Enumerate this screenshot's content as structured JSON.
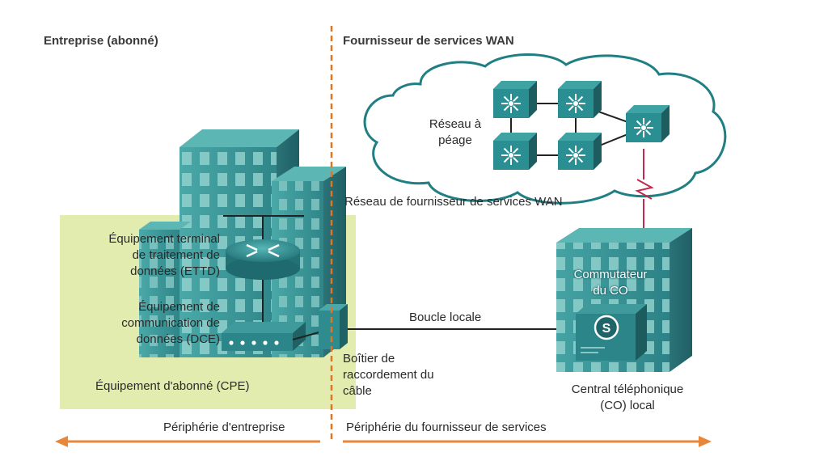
{
  "sections": {
    "left_header": "Entreprise (abonné)",
    "right_header": "Fournisseur de services WAN"
  },
  "labels": {
    "toll_network": [
      "Réseau à",
      "péage"
    ],
    "wan_provider_network": "Réseau de fournisseur de services WAN",
    "dte": [
      "Équipement terminal",
      "de traitement de",
      "données (ETTD)"
    ],
    "dce": [
      "Équipement de",
      "communication de",
      "données (DCE)"
    ],
    "cpe": "Équipement d'abonné (CPE)",
    "local_loop": "Boucle locale",
    "demarc": [
      "Boîtier de",
      "raccordement du",
      "câble"
    ],
    "co_switch": [
      "Commutateur",
      "du CO"
    ],
    "co_local": [
      "Central téléphonique",
      "(CO) local"
    ],
    "enterprise_edge": "Périphérie d'entreprise",
    "provider_edge": "Périphérie du fournisseur de services",
    "switch_symbol": "S"
  },
  "colors": {
    "divider": "#d9772a",
    "arrow": "#e8873a",
    "cpe_zone": "#e2ecae",
    "building": "#3f9a9b",
    "switch_teal": "#2a8f93",
    "link": "#222222",
    "serial_link": "#c02a4e"
  }
}
